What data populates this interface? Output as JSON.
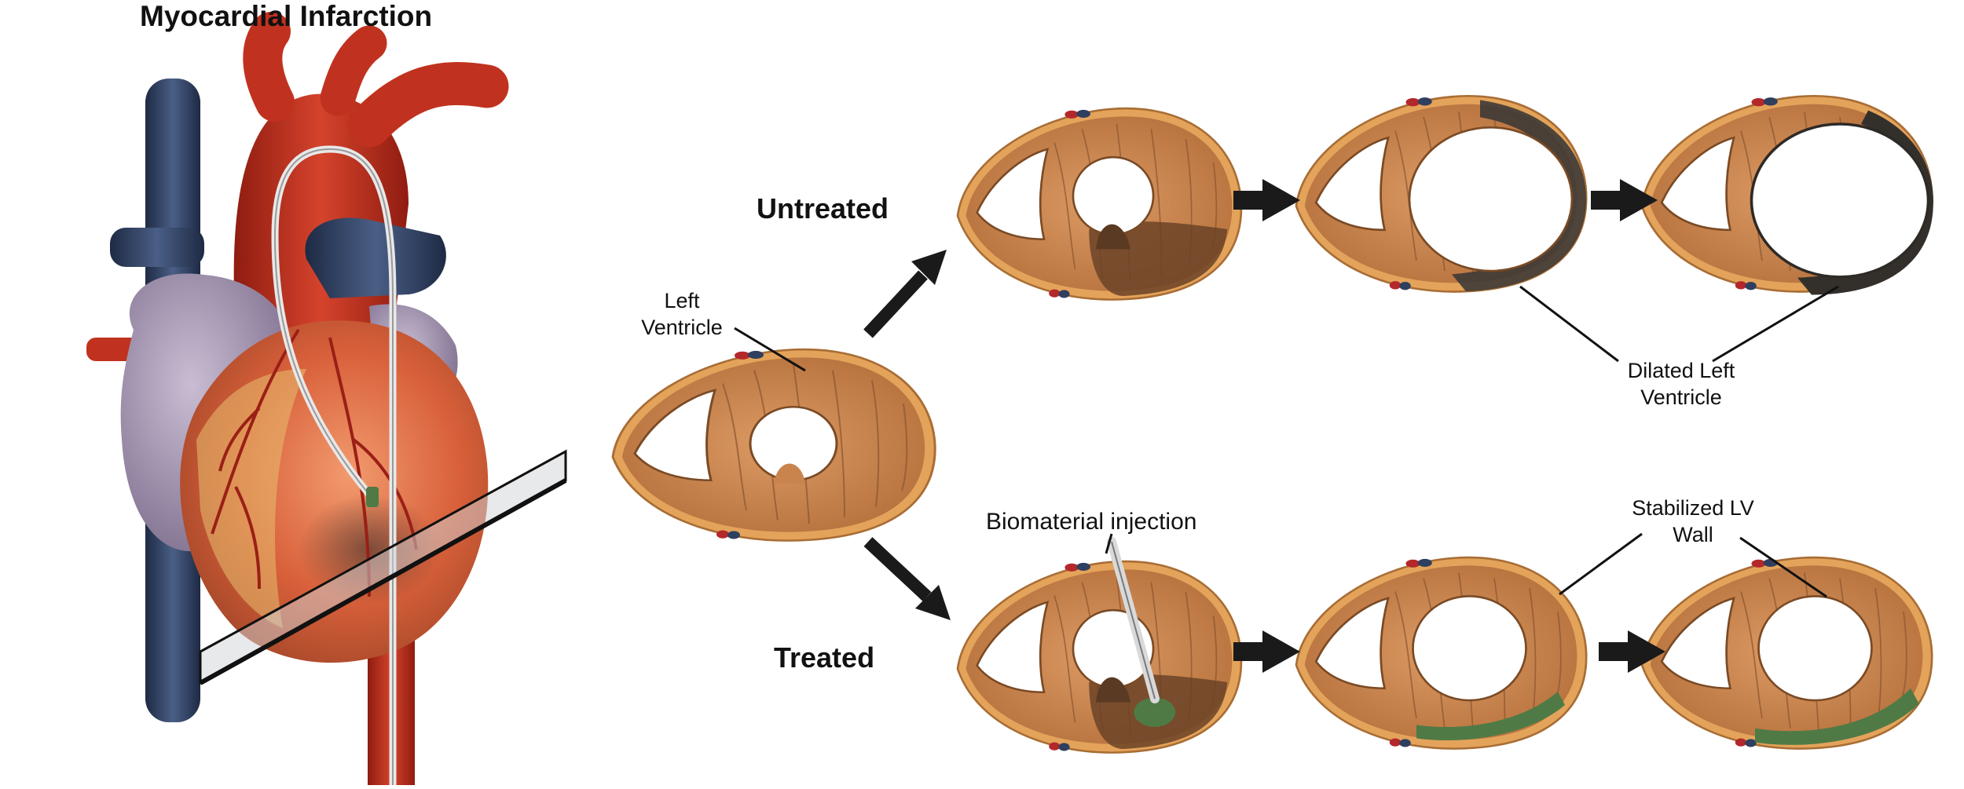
{
  "title": "Myocardial Infarction",
  "rows": {
    "untreated": "Untreated",
    "treated": "Treated"
  },
  "annotations": {
    "left_ventricle_line1": "Left",
    "left_ventricle_line2": "Ventricle",
    "biomaterial_injection": "Biomaterial injection",
    "dilated_line1": "Dilated Left",
    "dilated_line2": "Ventricle",
    "stabilized_line1": "Stabilized LV",
    "stabilized_line2": "Wall"
  },
  "colors": {
    "myocardium": "#c9844e",
    "myocardium_dark": "#8a4f24",
    "epicardial_fat": "#e8a45a",
    "infarct": "#6b4327",
    "scar": "#3d3a36",
    "biomaterial": "#4f7a45",
    "arrow": "#1a1a1a",
    "aorta": "#c0321f",
    "vena_cava": "#2f3f5f",
    "atrium": "#9a8aa8",
    "ventricle": "#d8603a"
  }
}
